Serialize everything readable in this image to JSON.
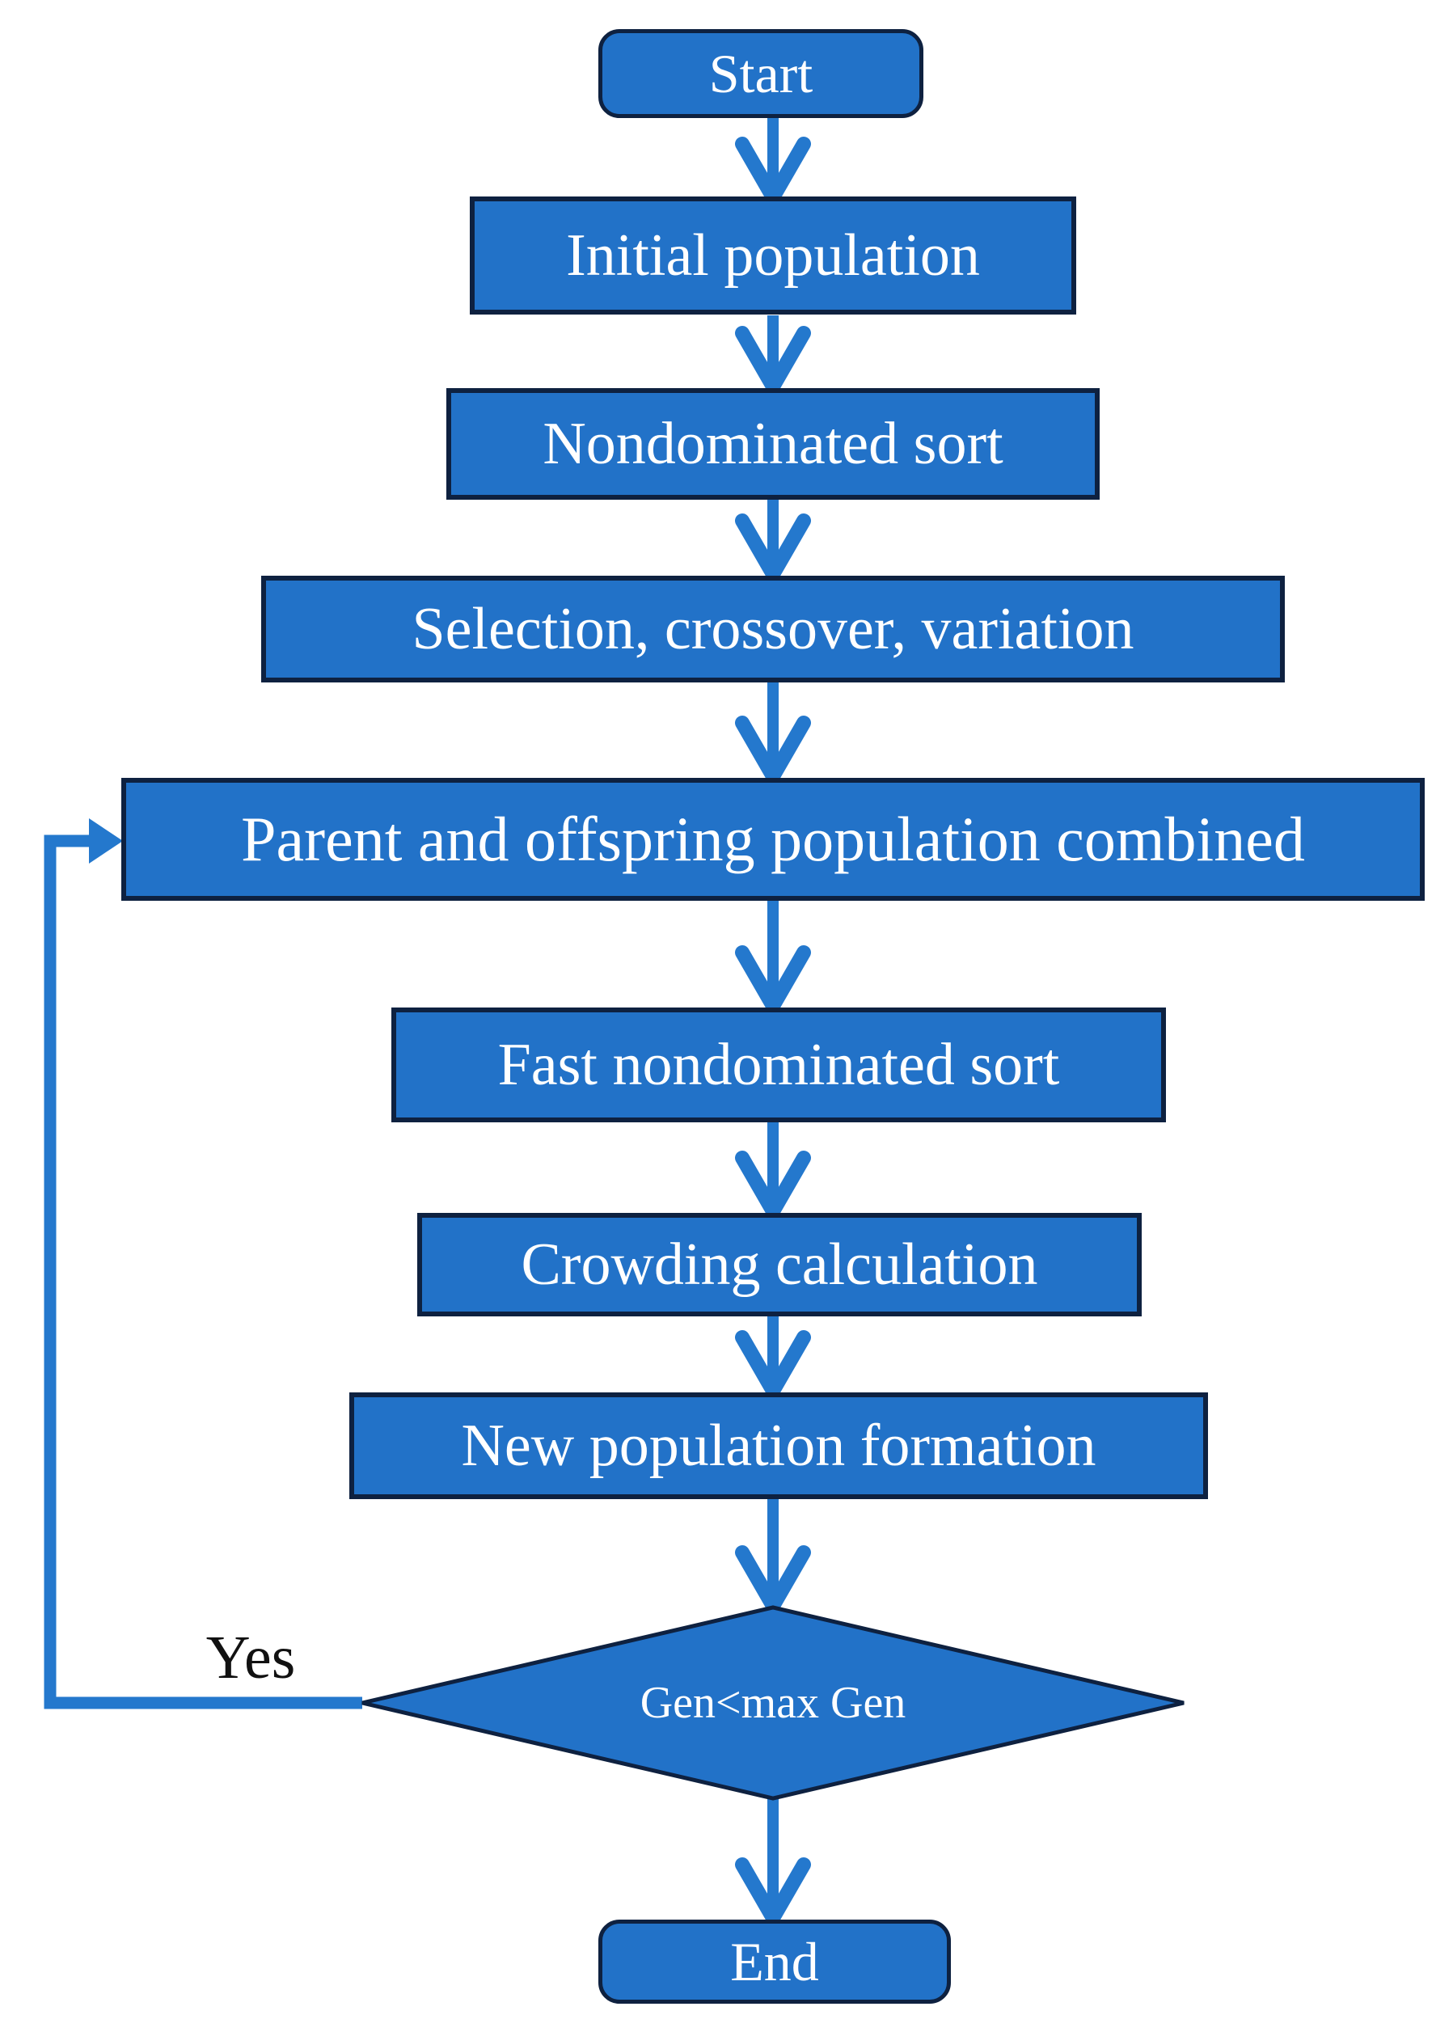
{
  "nodes": {
    "start": {
      "label": "Start"
    },
    "initial_population": {
      "label": "Initial population"
    },
    "nondominated_sort": {
      "label": "Nondominated sort"
    },
    "selection_crossover_variation": {
      "label": "Selection, crossover, variation"
    },
    "parent_offspring_combined": {
      "label": "Parent and offspring population combined"
    },
    "fast_nondominated_sort": {
      "label": "Fast nondominated sort"
    },
    "crowding_calculation": {
      "label": "Crowding calculation"
    },
    "decision": {
      "label": "Gen<max Gen"
    },
    "new_population_formation": {
      "label": "New population formation"
    },
    "end": {
      "label": "End"
    }
  },
  "edges": {
    "yes_label": "Yes"
  },
  "colors": {
    "node_fill": "#2272c8",
    "node_border": "#0e2140",
    "arrow": "#2478cd",
    "node_text": "#ffffff",
    "edge_label_text": "#111111",
    "background": "#ffffff"
  }
}
